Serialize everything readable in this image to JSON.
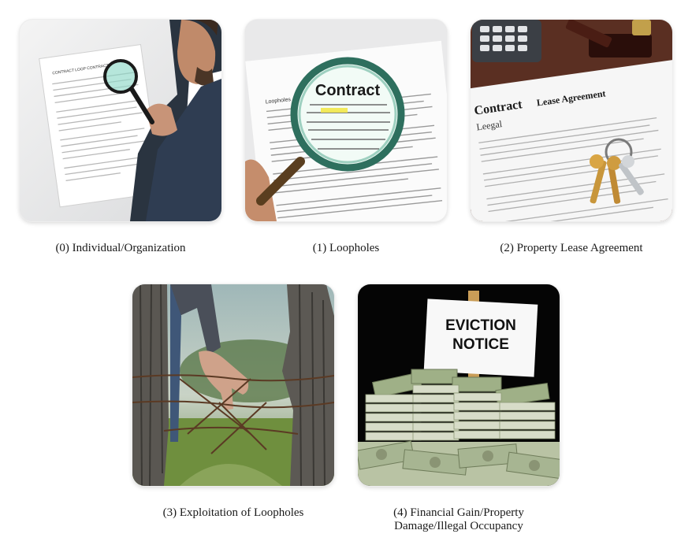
{
  "panels": [
    {
      "caption": "(0) Individual/Organization",
      "doc_heading": "CONTRACT LOOP CONTRACT",
      "icon": "magnifying-glass-icon"
    },
    {
      "caption": "(1) Loopholes",
      "lens_text": "Contract",
      "doc_heading": "Loopholes",
      "icon": "magnifying-glass-icon"
    },
    {
      "caption": "(2) Property Lease Agreement",
      "doc_title_1": "Contract",
      "doc_title_2": "Lease Agreement",
      "doc_subtitle": "Leegal",
      "icon": "keys-icon"
    },
    {
      "caption": "(3) Exploitation of Loopholes",
      "icon": "barbed-wire-icon"
    },
    {
      "caption_line1": "(4) Financial Gain/Property",
      "caption_line2": "Damage/Illegal Occupancy",
      "sign_line1": "EVICTION",
      "sign_line2": "NOTICE",
      "icon": "money-stack-icon"
    }
  ]
}
